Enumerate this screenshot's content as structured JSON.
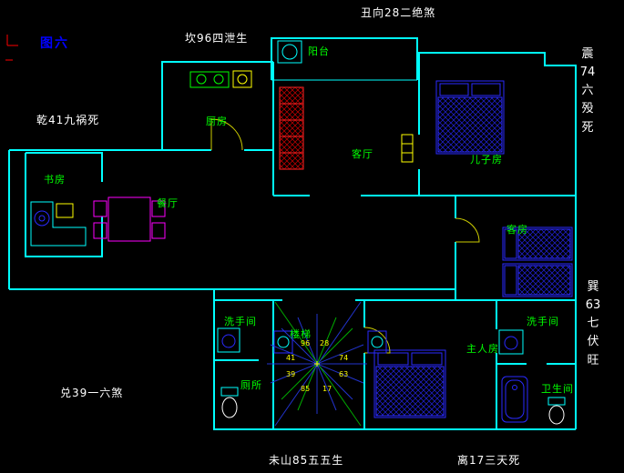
{
  "figure": {
    "title": "图六"
  },
  "annotations": {
    "chou": "丑向28二绝煞",
    "kan": "坎96四泄生",
    "qian": "乾41九祸死",
    "zhen": "震\n74\n六\n殁\n死",
    "xun": "巽\n63\n七\n伏\n旺",
    "dui": "兑39一六煞",
    "wei": "未山85五五生",
    "li": "离17三天死"
  },
  "rooms": {
    "balcony": "阳台",
    "kitchen": "厨房",
    "living": "客厅",
    "son": "儿子房",
    "study": "书房",
    "dining": "餐厅",
    "guest": "客房",
    "washroom1": "洗手间",
    "stairs": "楼梯",
    "master": "主人房",
    "washroom2": "洗手间",
    "toilet": "厕所",
    "bathroom": "卫生间"
  },
  "compass": {
    "numbers": [
      "96",
      "28",
      "41",
      "74",
      "39",
      "63",
      "85",
      "17"
    ]
  },
  "colors": {
    "background": "#000000",
    "wall": "#00ffff",
    "room_label": "#00ff00",
    "annotation": "#ffffff",
    "figure_title": "#0000ff",
    "furniture_blue": "#2a2aff",
    "dining_magenta": "#ff00ff",
    "sofa_red": "#ff2222",
    "stove_green": "#00ff00",
    "accent_yellow": "#ffff00"
  }
}
